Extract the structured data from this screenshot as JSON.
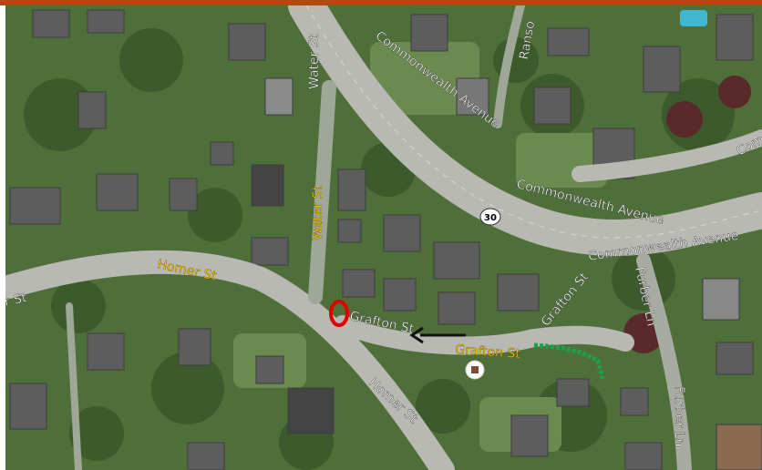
{
  "map": {
    "streets": {
      "commonwealth_1": "Commonwealth Avenue",
      "commonwealth_2": "Commonwealth Avenue",
      "commonwealth_3": "Commonwealth Avenue",
      "commonwealth_4": "Comm",
      "ranso": "Ranso",
      "water": "Water St",
      "homer_1": "Homer St",
      "homer_2": "Homer St",
      "homer_left": "r St",
      "grafton_1": "Grafton St",
      "grafton_2": "Grafton St",
      "grafton_3": "Grafton St",
      "furber_1": "Furber Ln",
      "furber_2": "Furber Ln"
    },
    "route_shield": "30",
    "colors": {
      "vegetation": "#4e6f3a",
      "road": "#b9b9b3",
      "yellow_label": "#f5c200",
      "marker_red": "#e00000",
      "arrow": "#111111",
      "green_path": "#1ea04a",
      "top_border": "#b04a10"
    }
  }
}
